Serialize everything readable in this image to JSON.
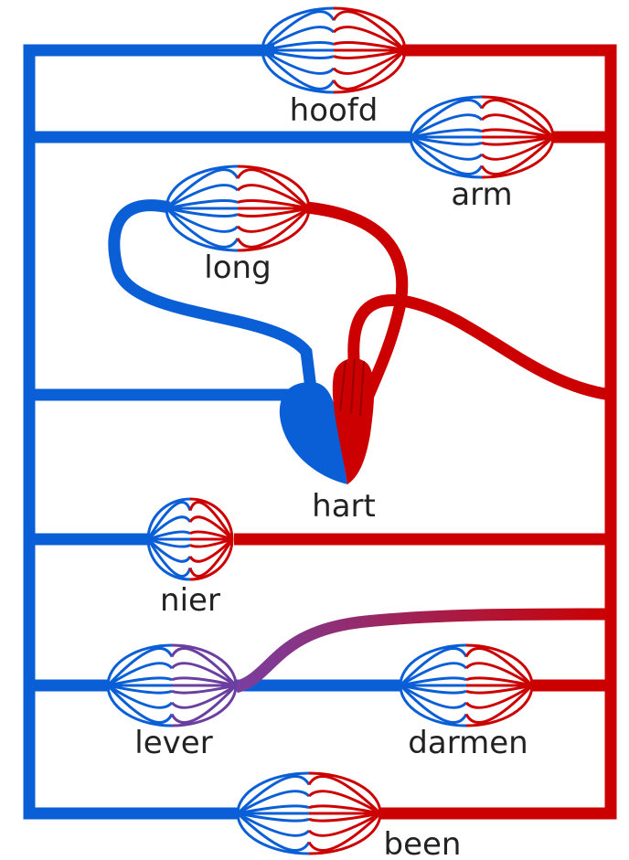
{
  "colors": {
    "venous": "#0b5fd6",
    "arterial": "#cc0000",
    "portal": "#6a3fa0",
    "label": "#222222",
    "background": "#ffffff"
  },
  "organs": {
    "hoofd": "hoofd",
    "arm": "arm",
    "long": "long",
    "hart": "hart",
    "nier": "nier",
    "lever": "lever",
    "darmen": "darmen",
    "been": "been"
  }
}
